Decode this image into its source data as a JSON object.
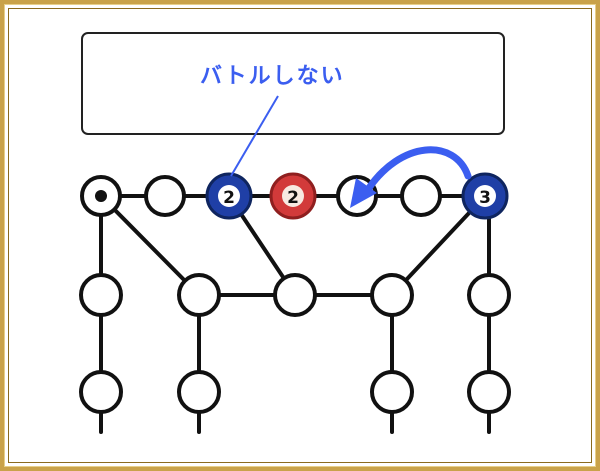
{
  "callout": {
    "text": "バトルしない"
  },
  "board": {
    "current_node_marker": "dot",
    "tokens": [
      {
        "team": "blue",
        "count": "2",
        "color": "#1f3fa6"
      },
      {
        "team": "red",
        "count": "2",
        "color": "#d23a3a"
      },
      {
        "team": "blue",
        "count": "3",
        "color": "#1f3fa6"
      }
    ]
  },
  "colors": {
    "annotation": "#3b5ef0",
    "frame": "#c9a24a",
    "node_stroke": "#111111",
    "node_fill": "#ffffff"
  },
  "icons": {
    "move_arrow": "curved-arrow-left-icon",
    "pointer_line": "callout-pointer-line"
  }
}
